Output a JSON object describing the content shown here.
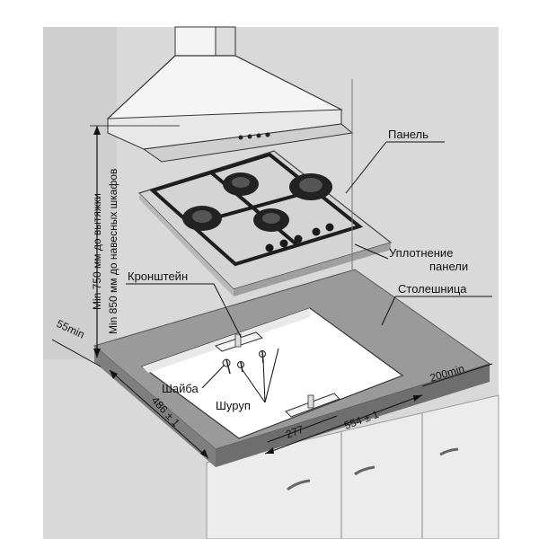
{
  "labels": {
    "panel": "Панель",
    "seal_line1": "Уплотнение",
    "seal_line2": "панели",
    "countertop": "Столешница",
    "bracket": "Кронштейн",
    "washer": "Шайба",
    "screw": "Шуруп"
  },
  "dimensions": {
    "min_hood": "Min 750 мм до вытяжки",
    "min_cabinets": "Min 850 мм до навесных шкафов",
    "left_clearance": "55min",
    "right_clearance": "200min",
    "depth": "486 ± 1",
    "width": "554 ± 1",
    "bracket_offset": "277"
  },
  "colors": {
    "wall": "#d9d9d9",
    "countertop_top": "#9a9a9a",
    "countertop_edge": "#6e6e6e",
    "cabinet": "#ececec",
    "hob_glass": "#d4d4d4",
    "hood": "#f3f3f3",
    "line": "#111111"
  }
}
